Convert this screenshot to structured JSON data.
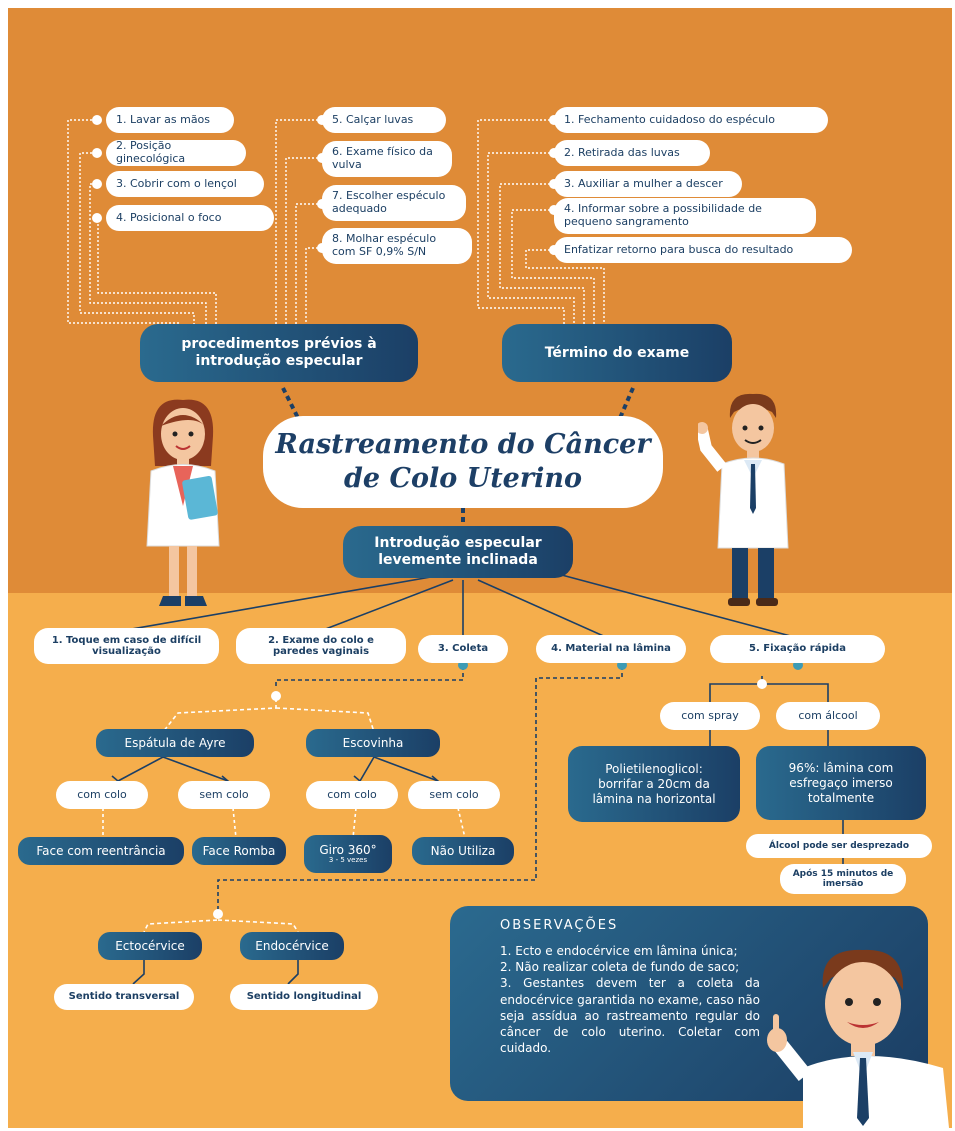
{
  "colors": {
    "top_bg": "#df8b37",
    "bottom_bg": "#f5ae4c",
    "navy": "#1b3f66",
    "teal": "#3d9bb5",
    "white": "#ffffff"
  },
  "title": {
    "line1": "Rastreamento do Câncer",
    "line2": "de Colo Uterino"
  },
  "procedimentos": {
    "label": "procedimentos prévios à introdução especular",
    "items_left": [
      "1. Lavar as mãos",
      "2. Posição ginecológica",
      "3. Cobrir com o lençol",
      "4. Posicional o foco"
    ],
    "items_right": [
      "5. Calçar luvas",
      "6. Exame físico da vulva",
      "7. Escolher espéculo adequado",
      "8. Molhar espéculo com SF 0,9% S/N"
    ]
  },
  "termino": {
    "label": "Término do exame",
    "items": [
      "1. Fechamento cuidadoso do espéculo",
      "2. Retirada das luvas",
      "3. Auxiliar a mulher a descer",
      "4. Informar sobre a possibilidade de pequeno sangramento",
      "Enfatizar retorno para busca do resultado"
    ]
  },
  "introducao": {
    "label": "Introdução especular levemente inclinada"
  },
  "branches": [
    "1. Toque em caso de difícil visualização",
    "2. Exame do colo e paredes vaginais",
    "3. Coleta",
    "4. Material na lâmina",
    "5. Fixação rápida"
  ],
  "coleta": {
    "espatula": "Espátula de Ayre",
    "escovinha": "Escovinha",
    "com_colo": "com colo",
    "sem_colo": "sem colo",
    "face_reentrancia": "Face com reentrância",
    "face_romba": "Face Romba",
    "giro": "Giro 360°",
    "giro_sub": "3 - 5 vezes",
    "nao_utiliza": "Não Utiliza"
  },
  "material": {
    "ectocervice": "Ectocérvice",
    "endocervice": "Endocérvice",
    "sentido_transversal": "Sentido transversal",
    "sentido_longitudinal": "Sentido longitudinal"
  },
  "fixacao": {
    "com_spray": "com spray",
    "com_alcool": "com álcool",
    "spray_desc": "Polietilenoglicol: borrifar a 20cm da lâmina na horizontal",
    "alcool_desc": "96%: lâmina com esfregaço imerso totalmente",
    "alcool_reuso": "Álcool pode ser desprezado",
    "apos": "Após 15 minutos de imersão"
  },
  "observacoes": {
    "heading": "OBSERVAÇÕES",
    "items": [
      "1. Ecto e endocérvice em lâmina única;",
      "2. Não realizar coleta de fundo de saco;",
      "3. Gestantes devem ter a coleta da endocérvice garantida no exame, caso não seja assídua ao rastreamento regular do câncer de colo uterino. Coletar com cuidado."
    ]
  },
  "icons": [
    "female-doctor-icon",
    "male-doctor-icon",
    "male-doctor-waving-icon"
  ]
}
